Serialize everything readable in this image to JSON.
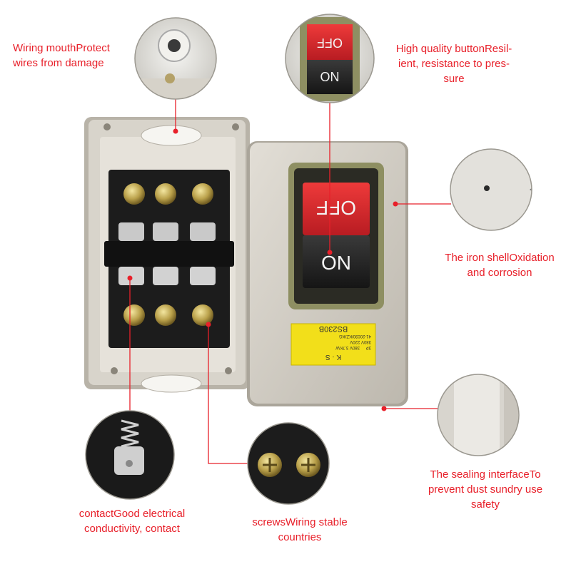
{
  "product": {
    "off_label": "OFF",
    "on_label": "ON",
    "model_plate": {
      "model": "BS230B",
      "brand": "K · S",
      "line1": "3P",
      "line2": "380V 3.7KW",
      "line3": "380V 220V",
      "line4": "41-20030/KZ/KG"
    }
  },
  "callouts": {
    "wiring_mouth": {
      "lines": [
        "Wiring mouthProtect",
        "wires from damage"
      ]
    },
    "button": {
      "lines": [
        "High quality buttonResil-",
        "ient, resistance to pres-",
        "sure"
      ]
    },
    "iron_shell": {
      "lines": [
        "The iron shellOxidation",
        "and corrosion"
      ]
    },
    "sealing": {
      "lines": [
        "The sealing interfaceTo",
        "prevent dust sundry use",
        "safety"
      ]
    },
    "contact": {
      "lines": [
        "contactGood electrical",
        "conductivity, contact"
      ]
    },
    "screws": {
      "lines": [
        "screwsWiring stable",
        "countries"
      ]
    }
  },
  "colors": {
    "accent_red": "#e8202a",
    "shell": "#cfcac0",
    "button_off": "#d9232a",
    "button_on": "#222222",
    "plate_yellow": "#f2df1a",
    "gasket": "#9a9a6e"
  }
}
